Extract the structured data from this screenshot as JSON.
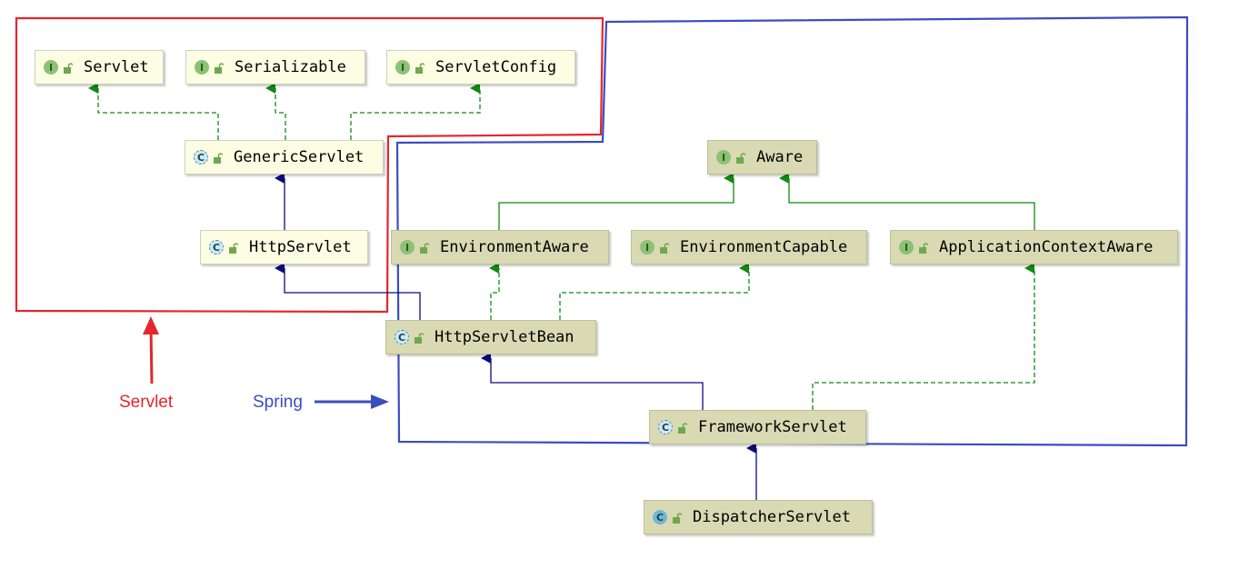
{
  "nodes": {
    "servlet": {
      "label": "Servlet",
      "kind": "I",
      "kind_icon": "interface-icon"
    },
    "serializable": {
      "label": "Serializable",
      "kind": "I",
      "kind_icon": "interface-icon"
    },
    "servlet_config": {
      "label": "ServletConfig",
      "kind": "I",
      "kind_icon": "interface-icon"
    },
    "generic_servlet": {
      "label": "GenericServlet",
      "kind": "C",
      "kind_icon": "abstract-class-icon"
    },
    "http_servlet": {
      "label": "HttpServlet",
      "kind": "C",
      "kind_icon": "abstract-class-icon"
    },
    "aware": {
      "label": "Aware",
      "kind": "I",
      "kind_icon": "interface-icon"
    },
    "environment_aware": {
      "label": "EnvironmentAware",
      "kind": "I",
      "kind_icon": "interface-icon"
    },
    "environment_capable": {
      "label": "EnvironmentCapable",
      "kind": "I",
      "kind_icon": "interface-icon"
    },
    "application_context_aware": {
      "label": "ApplicationContextAware",
      "kind": "I",
      "kind_icon": "interface-icon"
    },
    "http_servlet_bean": {
      "label": "HttpServletBean",
      "kind": "C",
      "kind_icon": "abstract-class-icon"
    },
    "framework_servlet": {
      "label": "FrameworkServlet",
      "kind": "C",
      "kind_icon": "abstract-class-icon"
    },
    "dispatcher_servlet": {
      "label": "DispatcherServlet",
      "kind": "C",
      "kind_icon": "class-icon"
    }
  },
  "annotations": {
    "servlet_group": {
      "label": "Servlet",
      "color": "#e5262c"
    },
    "spring_group": {
      "label": "Spring",
      "color": "#3c4dbf"
    }
  },
  "colors": {
    "extends_arrow": "#0b0b7f",
    "implements_arrow": "#118a11"
  }
}
